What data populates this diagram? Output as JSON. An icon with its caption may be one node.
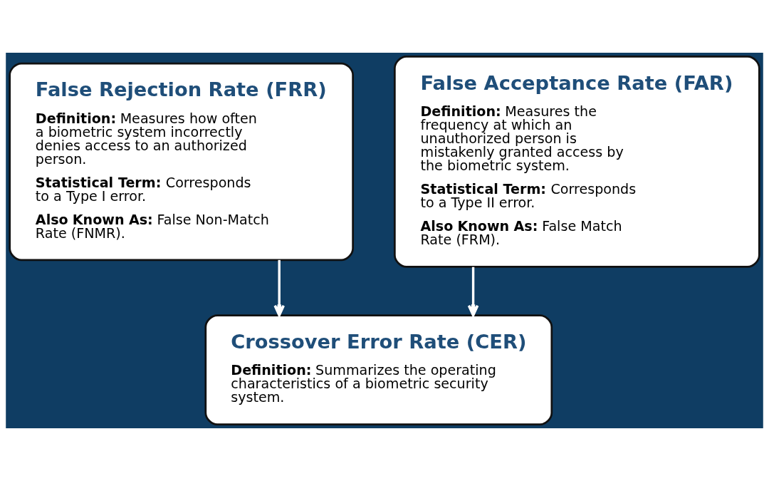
{
  "diagram": {
    "nodes": [
      {
        "text": [
          "False Rejection Rate (FRR)",
          "**Definition:** Measures how often a biometric system incorrectly denies access to an authorized person.",
          "**Statistical Term:** Corresponds to a Type I error.",
          "**Also Known As:** False Non-Match Rate (FNMR)."
        ]
      },
      {
        "text": [
          "False Acceptance Rate (FAR)",
          "**Definition:** Measures the frequency at which an unauthorized person is mistakenly granted access by the biometric system.",
          "**Statistical Term:** Corresponds to a Type II error.",
          "**Also Known As:** False Match Rate (FRM)."
        ]
      },
      {
        "text": [
          "Crossover Error Rate (CER)",
          "**Definition:** Summarizes the operating characteristics of a biometric security system."
        ]
      }
    ],
    "edges": [
      {
        "from": 0,
        "to": 2,
        "arrow": "to"
      },
      {
        "from": 1,
        "to": 2,
        "arrow": "to"
      }
    ]
  }
}
